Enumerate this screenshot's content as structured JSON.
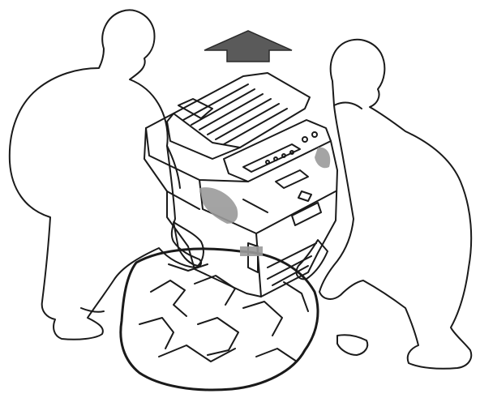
{
  "illustration": {
    "type": "line-art",
    "colors": {
      "ink": "#1a1a1a",
      "arrow": "#5a5a5a",
      "grip_marker": "#9a9a9a",
      "background": "#ffffff"
    },
    "elements": {
      "lift_direction": "up-arrow",
      "people": [
        "person-left",
        "person-right"
      ],
      "object": "multifunction-printer",
      "packaging": "plastic-bag"
    }
  }
}
